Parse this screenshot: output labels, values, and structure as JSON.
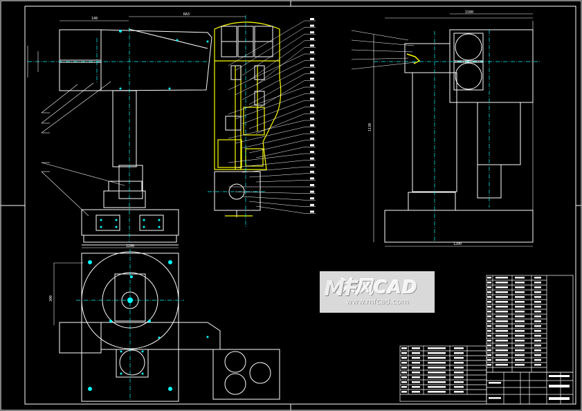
{
  "watermark": {
    "logo": "MF",
    "title": "沐风CAD",
    "url": "www.mfcad.com"
  },
  "dimensions": {
    "top_width": "148",
    "top_span": "RA3",
    "top_right": "1500",
    "bottom_width": "1200",
    "bottom_height": "300",
    "right_height": "1130",
    "right_bottom": "1200"
  },
  "colors": {
    "background": "#000000",
    "line": "#ffffff",
    "center": "#00ffff",
    "highlight": "#ffff00",
    "leader": "#ffffff"
  }
}
